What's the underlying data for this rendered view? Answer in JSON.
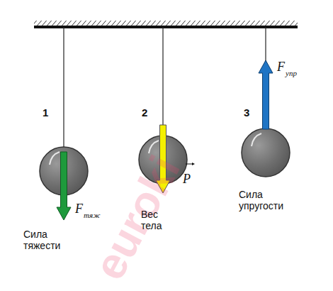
{
  "diagram": {
    "labels": [
      "1",
      "2",
      "3",
      "F",
      "упр",
      "F",
      "тяж",
      "P",
      "Сила тяжести",
      "Вес тела",
      "Сила упругости",
      "euroki"
    ]
  }
}
